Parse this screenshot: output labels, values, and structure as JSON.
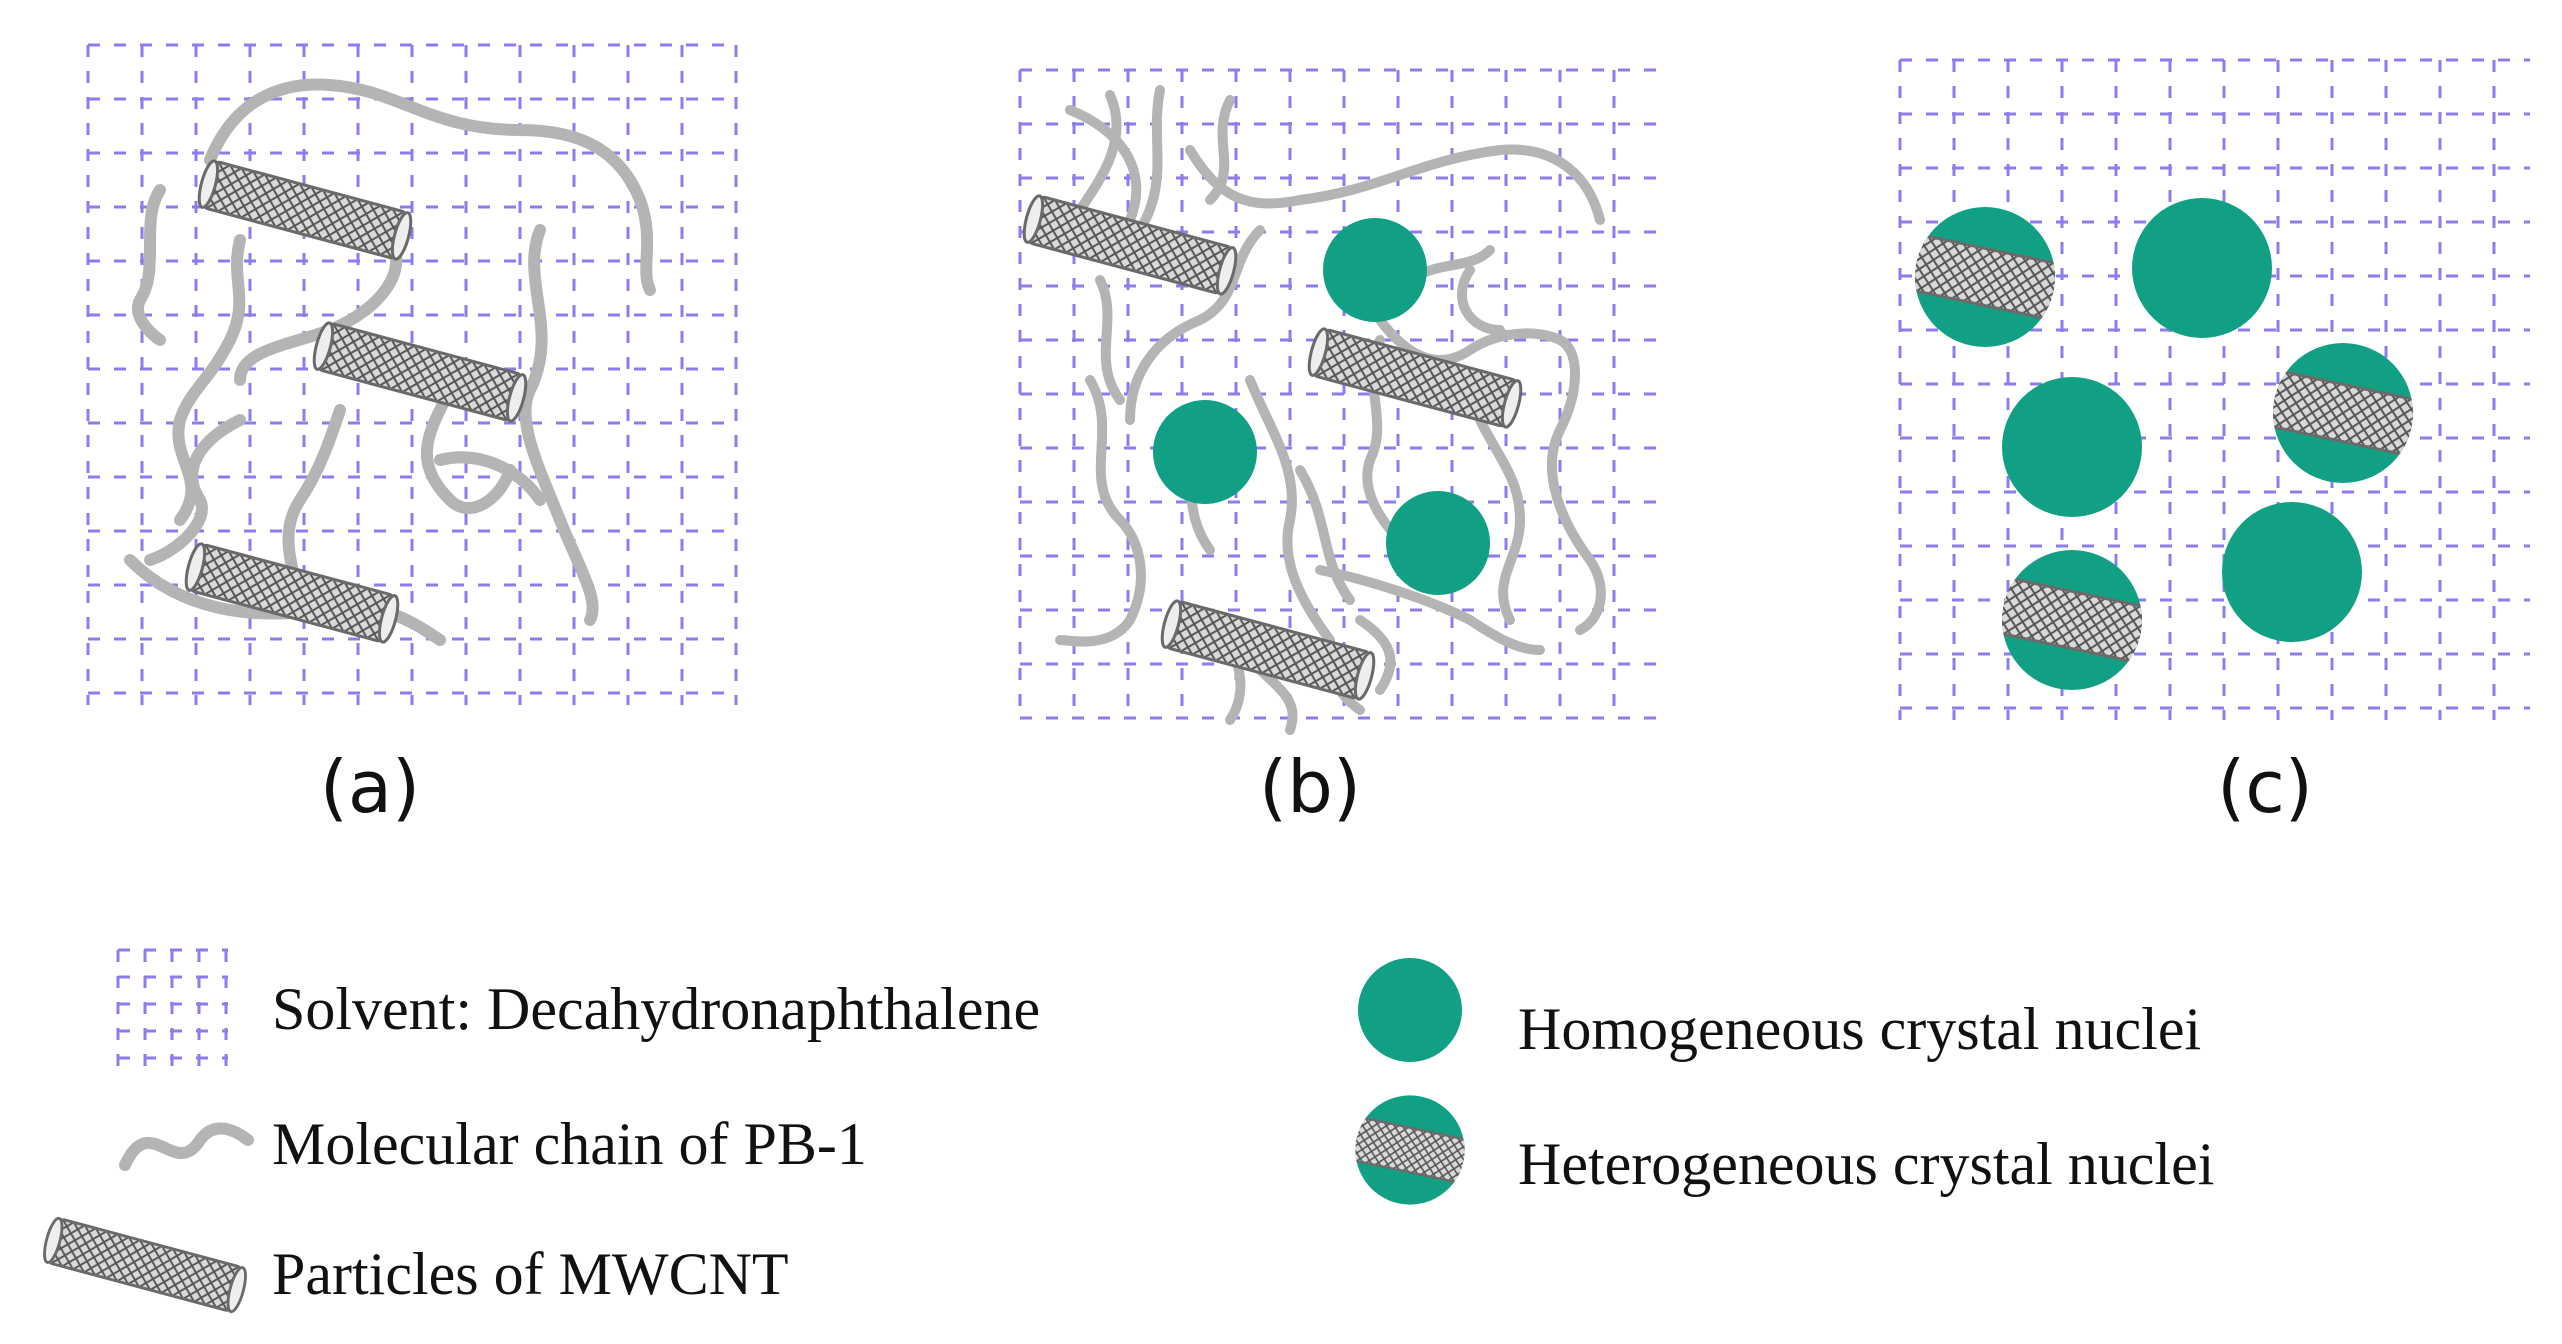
{
  "panels": {
    "a": {
      "label": "(a)"
    },
    "b": {
      "label": "(b)"
    },
    "c": {
      "label": "(c)"
    }
  },
  "legend": {
    "solvent": "Solvent: Decahydronaphthalene",
    "chain": "Molecular chain of PB-1",
    "mwcnt": "Particles of MWCNT",
    "homogeneous": "Homogeneous crystal nuclei",
    "heterogeneous": "Heterogeneous crystal nuclei"
  },
  "colors": {
    "grid": "#8a7df0",
    "chain": "#b4b4b4",
    "nucleus": "#12a085",
    "tube_fill": "#c8c8c8",
    "tube_line": "#6a6a6a"
  }
}
